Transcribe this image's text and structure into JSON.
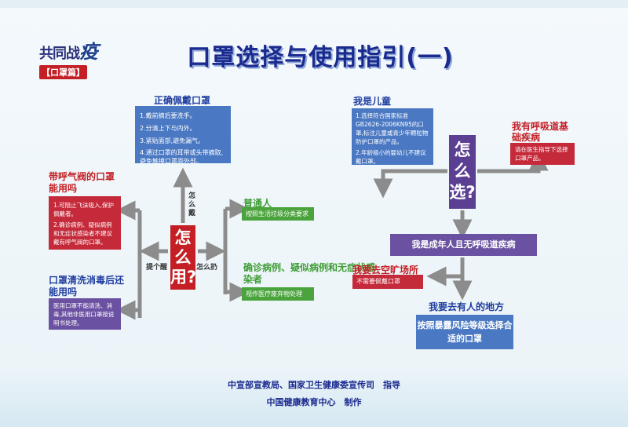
{
  "logo": {
    "main_prefix": "共同战",
    "main_big": "疫",
    "sub": "【口罩篇】"
  },
  "title": "口罩选择与使用指引(一)",
  "left": {
    "center_label": "怎么用?",
    "arrow_up_label": "怎么戴",
    "arrow_left_label": "提个醒",
    "arrow_right_label": "怎么扔",
    "wear": {
      "heading": "正确佩戴口罩",
      "items": [
        "1.戴前摘后要洗手。",
        "2.分清上下与内外。",
        "3.紧贴面部,避免漏气。",
        "4.通过口罩的耳带或头带摘取,避免触摸口罩面外部。"
      ]
    },
    "valve": {
      "heading": "带呼气阀的口罩能用吗",
      "items": [
        "1.可阻止飞沫吸入,保护佩戴者。",
        "2.确诊病例、疑似病例和无症状感染者不建议戴有呼气阀的口罩。"
      ]
    },
    "wash": {
      "heading": "口罩清洗消毒后还能用吗",
      "text": "医用口罩不能清洗、消毒,其他非医用口罩按说明书处理。"
    },
    "ordinary": {
      "heading": "普通人",
      "text": "按照生活垃圾分类要求"
    },
    "confirmed": {
      "heading": "确诊病例、疑似病例和无症状感染者",
      "text": "视作医疗废弃物处理"
    }
  },
  "right": {
    "center_label": "怎么选?",
    "child": {
      "heading": "我是儿童",
      "items": [
        "1.选择符合国家标准GB2626-2006KN95的口罩,标注儿童或青少年颗粒物防护口罩的产品。",
        "2.年龄极小的婴幼儿不建议戴口罩。"
      ]
    },
    "resp": {
      "heading": "我有呼吸道基础疾病",
      "text": "请在医生指导下选择口罩产品。"
    },
    "adult_bar": "我是成年人且无呼吸道疾病",
    "open": {
      "heading": "我要去空旷场所",
      "text": "不需要佩戴口罩"
    },
    "crowd": {
      "heading": "我要去有人的地方",
      "text": "按照暴露风险等级选择合适的口罩"
    }
  },
  "footer": {
    "line1": "中宣部宣教局、国家卫生健康委宣传司　指导",
    "line2": "中国健康教育中心　制作"
  },
  "colors": {
    "title": "#1b2a8e",
    "red": "#c31f24",
    "blue": "#4a78c2",
    "purple": "#6b51a1",
    "green": "#4aa33c",
    "arrow": "#8c8c8c"
  }
}
